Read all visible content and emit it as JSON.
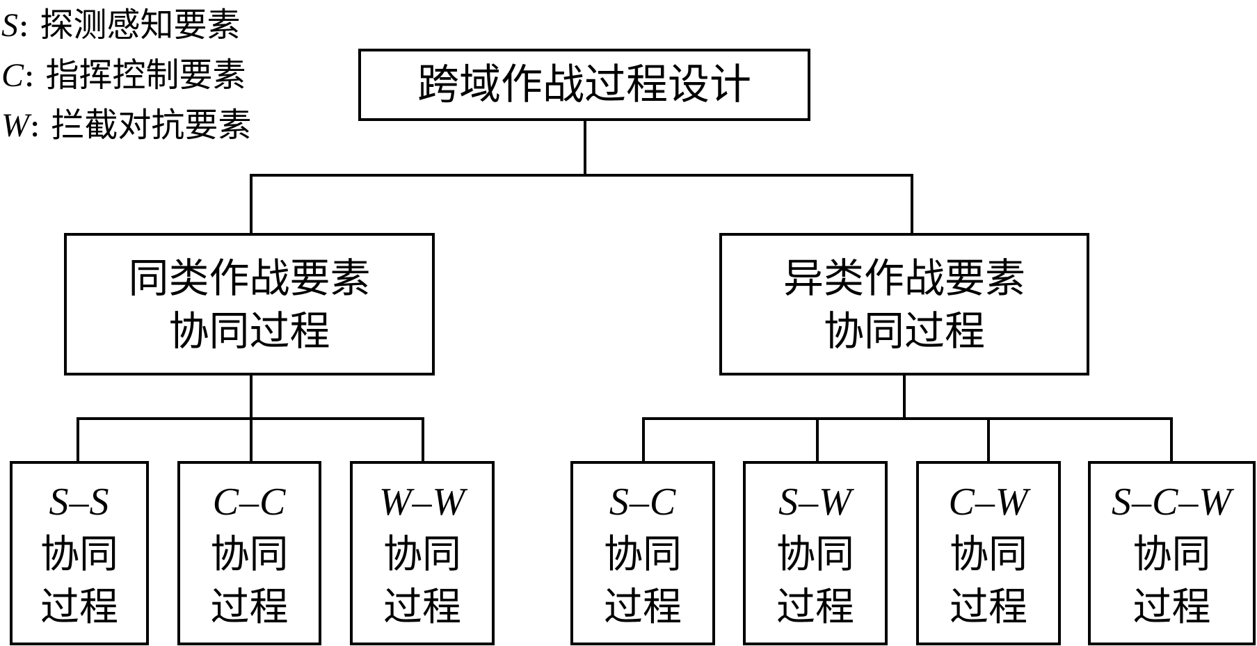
{
  "legend": [
    {
      "key": "S",
      "text": "探测感知要素"
    },
    {
      "key": "C",
      "text": "指挥控制要素"
    },
    {
      "key": "W",
      "text": "拦截对抗要素"
    }
  ],
  "root": {
    "label": "跨域作战过程设计"
  },
  "branches": [
    {
      "line1": "同类作战要素",
      "line2": "协同过程",
      "children": [
        {
          "pair": "S–S",
          "line1": "协同",
          "line2": "过程"
        },
        {
          "pair": "C–C",
          "line1": "协同",
          "line2": "过程"
        },
        {
          "pair": "W–W",
          "line1": "协同",
          "line2": "过程"
        }
      ]
    },
    {
      "line1": "异类作战要素",
      "line2": "协同过程",
      "children": [
        {
          "pair": "S–C",
          "line1": "协同",
          "line2": "过程"
        },
        {
          "pair": "S–W",
          "line1": "协同",
          "line2": "过程"
        },
        {
          "pair": "C–W",
          "line1": "协同",
          "line2": "过程"
        },
        {
          "pair": "S–C–W",
          "line1": "协同",
          "line2": "过程"
        }
      ]
    }
  ]
}
